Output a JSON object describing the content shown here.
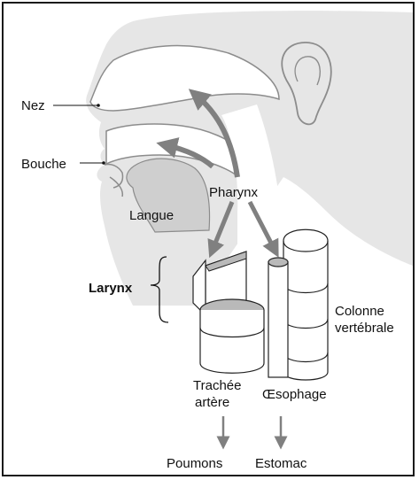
{
  "labels": {
    "nose": "Nez",
    "mouth": "Bouche",
    "tongue": "Langue",
    "pharynx": "Pharynx",
    "larynx": "Larynx",
    "spine_line1": "Colonne",
    "spine_line2": "vertébrale",
    "trachea_line1": "Trachée",
    "trachea_line2": "artère",
    "esophagus": "Œsophage",
    "lungs": "Poumons",
    "stomach": "Estomac"
  },
  "colors": {
    "skin": "#e6e6e6",
    "skin_outline": "#8c8c8c",
    "arrow": "#808080",
    "organ_fill": "#ffffff",
    "organ_shade": "#b9b9b9",
    "text": "#111111"
  }
}
